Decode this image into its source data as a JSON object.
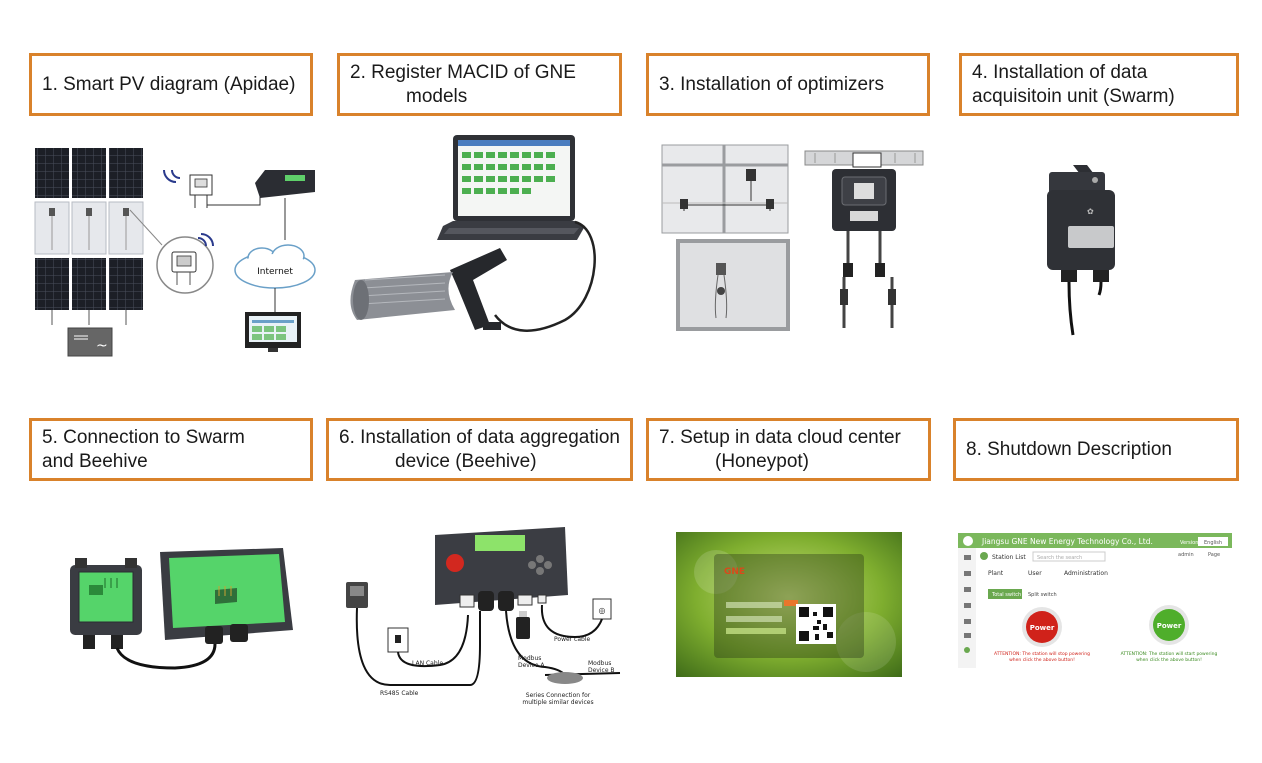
{
  "steps": [
    {
      "line1": "1.  Smart PV diagram (Apidae)",
      "line2": ""
    },
    {
      "line1": "2. Register MACID of GNE",
      "line2": "models"
    },
    {
      "line1": "3.  Installation of optimizers",
      "line2": ""
    },
    {
      "line1": "4. Installation of data",
      "line2": "acquisitoin unit (Swarm)"
    },
    {
      "line1": "5. Connection to Swarm",
      "line2": "and Beehive"
    },
    {
      "line1": "6. Installation of data aggregation",
      "line2": "device (Beehive)"
    },
    {
      "line1": "7. Setup in data cloud center",
      "line2": "(Honeypot)"
    },
    {
      "line1": "8.  Shutdown Description",
      "line2": ""
    }
  ],
  "diagram1": {
    "cloud_label": "Internet"
  },
  "diagram6": {
    "lan_label": "LAN  Cable",
    "rs485_label": "RS485 Cable",
    "power_label": "Power cable",
    "device_a": "Modbus\nDevice A",
    "device_a_l1": "Modbus",
    "device_a_l2": "Device A",
    "device_b_l1": "Modbus",
    "device_b_l2": "Device B",
    "series_l1": "Series Connection for",
    "series_l2": "multiple similar devices"
  },
  "diagram7": {
    "logo": "GNE"
  },
  "diagram8": {
    "header": "Jiangsu GNE New Energy Technology Co., Ltd.",
    "version": "Version",
    "lang": "English",
    "station_list": "Station List",
    "search_placeholder": "Search the search",
    "user": "admin",
    "page": "Page",
    "tabs": [
      "Plant",
      "User",
      "Administration"
    ],
    "subtab_total": "Total switch",
    "subtab_split": "Split switch",
    "power_label": "Power",
    "attention_stop": "ATTENTION: The station will stop powering when click the above button!",
    "attention_stop_l1": "ATTENTION: The station will stop powering",
    "attention_stop_l2": "when click the above button!",
    "attention_start_l1": "ATTENTION: The station will start powering",
    "attention_start_l2": "when click the above button!",
    "colors": {
      "stop": "#d0221a",
      "start": "#4fae2b",
      "brand": "#6aa84f"
    }
  },
  "colors": {
    "box_border": "#d9822b"
  }
}
